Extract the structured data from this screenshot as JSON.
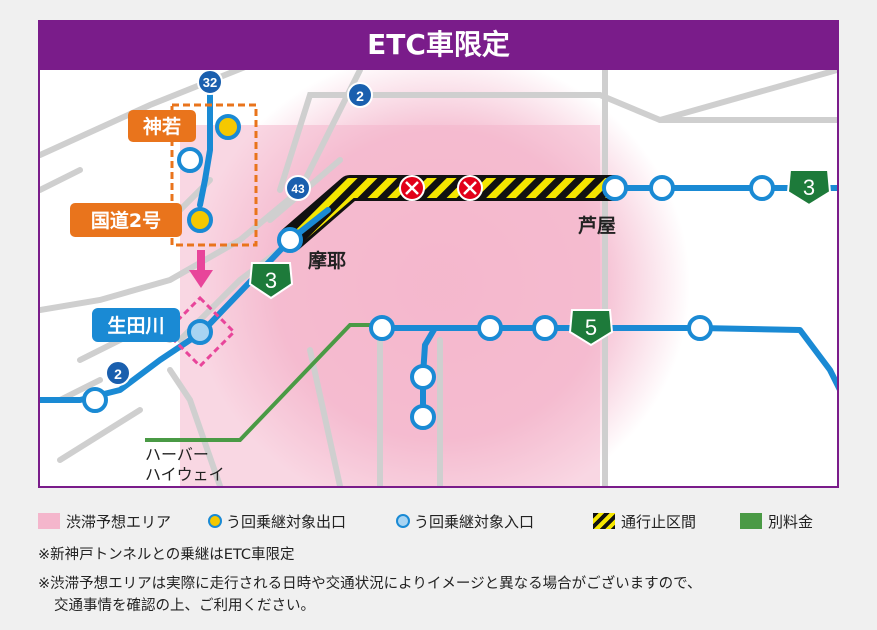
{
  "title": "ETC車限定",
  "map": {
    "stations": {
      "kamiwaka": "神若",
      "kokudo2": "国道2号",
      "ikutagawa": "生田川",
      "maya": "摩耶",
      "ashiya": "芦屋"
    },
    "route_shields": {
      "r32": "32",
      "r2_top": "2",
      "r43": "43",
      "r2_left": "2",
      "r3_green_left": "3",
      "r3_green_right": "3",
      "r5_green": "5"
    },
    "harbor_highway_line1": "ハーバー",
    "harbor_highway_line2": "ハイウェイ"
  },
  "legend": {
    "congestion": "渋滞予想エリア",
    "exit": "う回乗継対象出口",
    "entrance": "う回乗継対象入口",
    "closed": "通行止区間",
    "separate_fee": "別料金"
  },
  "notes": {
    "line1": "※新神戸トンネルとの乗継はETC車限定",
    "line2": "※渋滞予想エリアは実際に走行される日時や交通状況によりイメージと異なる場合がございますので、",
    "line3": "交通事情を確認の上、ご利用ください。"
  },
  "colors": {
    "header": "#7a1c8a",
    "expressway": "#1a8ad4",
    "exit_fill": "#f5c800",
    "orange": "#e9741c",
    "pink": "#e8459a",
    "congestion": "#f4b6cc",
    "separate_fee": "#4a9a45",
    "route_green": "#1d7a3a",
    "closed_yellow": "#f5e600",
    "closed_mark": "#e2001a"
  }
}
